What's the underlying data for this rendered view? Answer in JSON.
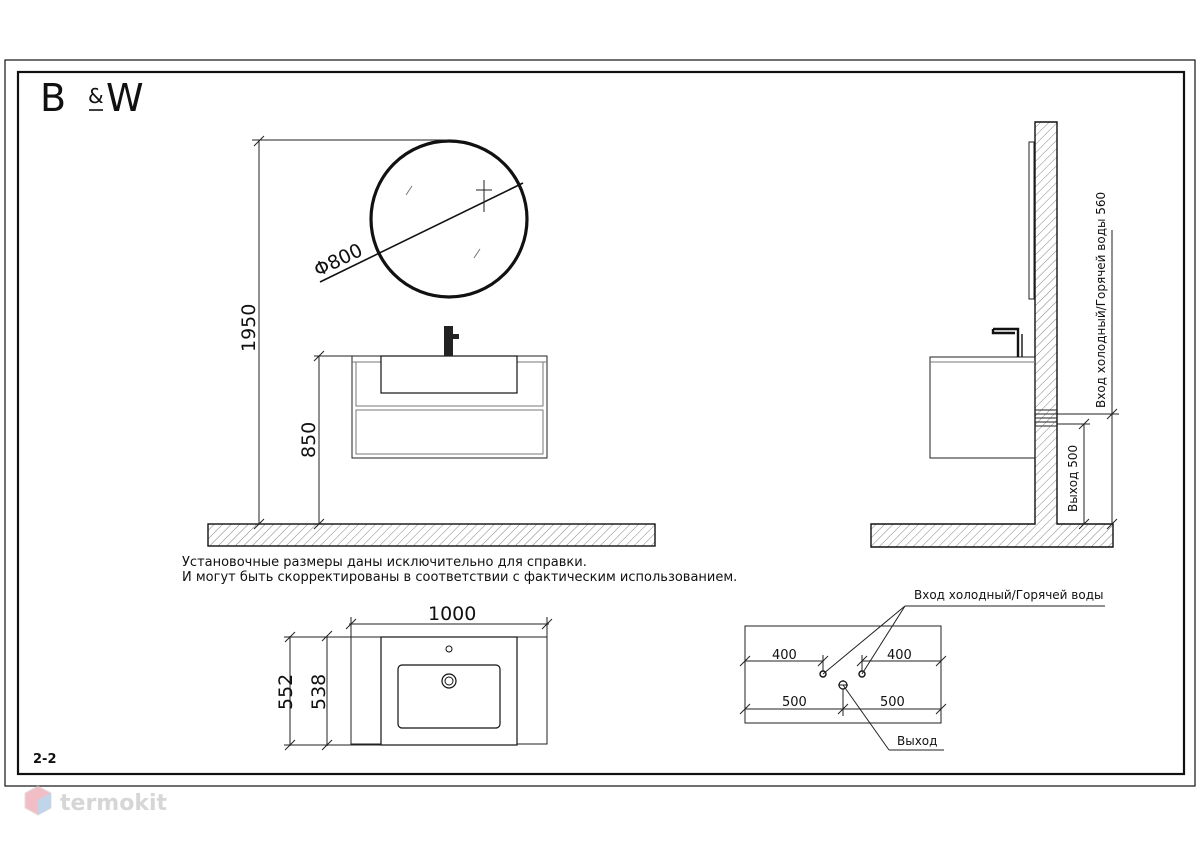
{
  "brand": {
    "logo_b": "B",
    "logo_amp": "&",
    "logo_w": "W",
    "watermark": "termokit"
  },
  "sheet_id": "2-2",
  "front_view": {
    "height_total": "1950",
    "height_counter": "850",
    "mirror_diameter": "Φ800"
  },
  "side_view": {
    "inlet_label": "Вход холодный/Горячей воды 560",
    "outlet_label": "Выход 500"
  },
  "notes": [
    "Установочные размеры даны исключительно для справки.",
    "И могут быть скорректированы в соответствии с фактическим использованием."
  ],
  "top_view": {
    "width": "1000",
    "depth_outer": "552",
    "depth_inner": "538"
  },
  "plan_view": {
    "inlet_label": "Вход холодный/Горячей воды",
    "outlet_label": "Выход",
    "inlet_left": "400",
    "inlet_right": "400",
    "outlet_left": "500",
    "outlet_right": "500"
  },
  "colors": {
    "line": "#111111",
    "hatch": "#555555",
    "watermark": "#c8c8c8",
    "watermark_icon": "#e07a86"
  }
}
